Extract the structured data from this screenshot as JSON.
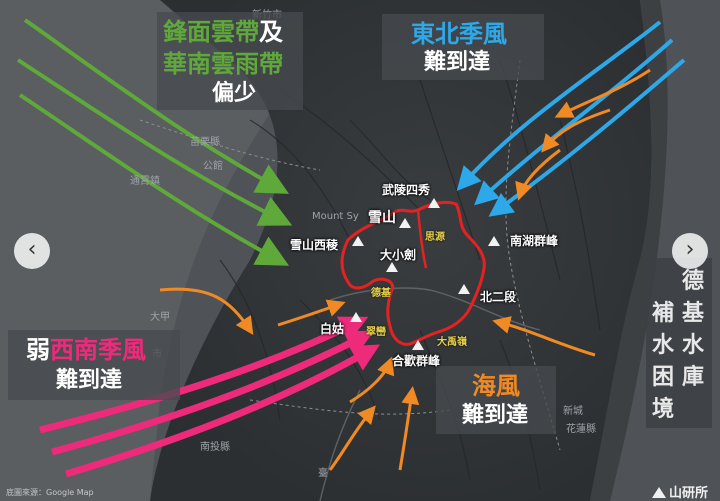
{
  "labels": {
    "front_line1_green": "鋒面雲帶",
    "front_line1_white": "及",
    "front_line2": "華南雲雨帶",
    "front_line3": "偏少",
    "ne_line1": "東北季風",
    "ne_line2": "難到達",
    "sw_prefix": "弱",
    "sw_main": "西南季風",
    "sw_line2": "難到達",
    "sea_line1": "海風",
    "sea_line2": "難到達",
    "side_col1": "德基水庫",
    "side_col2": "補水困境"
  },
  "peaks": [
    {
      "name": "武陵四秀"
    },
    {
      "name": "雪山"
    },
    {
      "name": "雪山西稜"
    },
    {
      "name": "大小劍"
    },
    {
      "name": "南湖群峰"
    },
    {
      "name": "北二段"
    },
    {
      "name": "白姑"
    },
    {
      "name": "合歡群峰"
    }
  ],
  "roads": [
    "思源",
    "德基",
    "翠巒",
    "大禹嶺"
  ],
  "places": [
    "新竹市",
    "苗栗縣",
    "通霄鎮",
    "公館",
    "大甲",
    "市",
    "新城",
    "花蓮縣",
    "南投縣",
    "臺",
    "Mount Sy"
  ],
  "credit": "底圖來源：Google Map",
  "brand": "山研所",
  "nav": {
    "prev": "‹",
    "next": "›"
  },
  "colors": {
    "green": "#5fa83a",
    "blue": "#2da8e8",
    "pink": "#ee2a7b",
    "orange": "#f08a24",
    "route": "#e52222",
    "panel": "#464a4e"
  }
}
